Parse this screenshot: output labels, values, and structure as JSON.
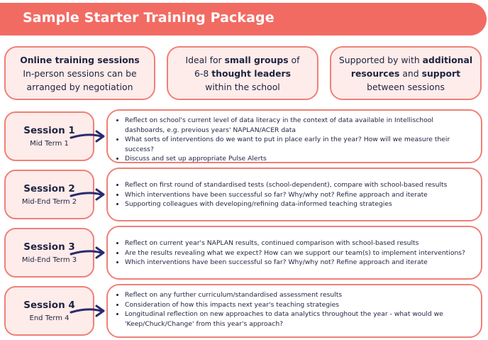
{
  "title": "Sample Starter Training Package",
  "features": [
    {
      "line1_bold": "Online training sessions",
      "line2": "In-person sessions can be",
      "line3": "arranged by negotiation"
    },
    {
      "line1_pre": "Ideal for ",
      "line1_bold": "small groups",
      "line1_post": " of",
      "line2_pre": "6-8 ",
      "line2_bold": "thought leaders",
      "line3": "within the school"
    },
    {
      "line1_pre": "Supported by with ",
      "line1_bold": "additional",
      "line2_bold1": "resources",
      "line2_mid": " and ",
      "line2_bold2": "support",
      "line3": "between sessions"
    }
  ],
  "sessions": [
    {
      "title": "Session 1",
      "term": "Mid Term 1",
      "bullets": [
        "Reflect on school's current level of data literacy in the context of data available in Intellischool dashboards, e.g. previous years' NAPLAN/ACER data",
        "What sorts of interventions do we want to put in place early in the year? How will we measure their success?",
        "Discuss and set up appropriate Pulse Alerts"
      ]
    },
    {
      "title": "Session 2",
      "term": "Mid-End Term 2",
      "bullets": [
        "Reflect on first round of standardised tests (school-dependent), compare with school-based results",
        "Which interventions have been successful so far? Why/why not? Refine approach and iterate",
        "Supporting colleagues with developing/refining data-informed teaching strategies"
      ]
    },
    {
      "title": "Session 3",
      "term": "Mid-End Term 3",
      "bullets": [
        "Reflect on current year's NAPLAN results, continued comparison with school-based results",
        "Are the results revealing what we expect? How can we support our team(s) to implement interventions?",
        "Which interventions have been successful so far? Why/why not? Refine approach and iterate"
      ]
    },
    {
      "title": "Session 4",
      "term": "End Term 4",
      "bullets": [
        "Reflect on any further curriculum/standardised assessment results",
        "Consideration of how this impacts next year's teaching strategies",
        "Longitudinal reflection on new approaches to data analytics throughout the year - what would we 'Keep/Chuck/Change' from this year's approach?"
      ]
    }
  ]
}
